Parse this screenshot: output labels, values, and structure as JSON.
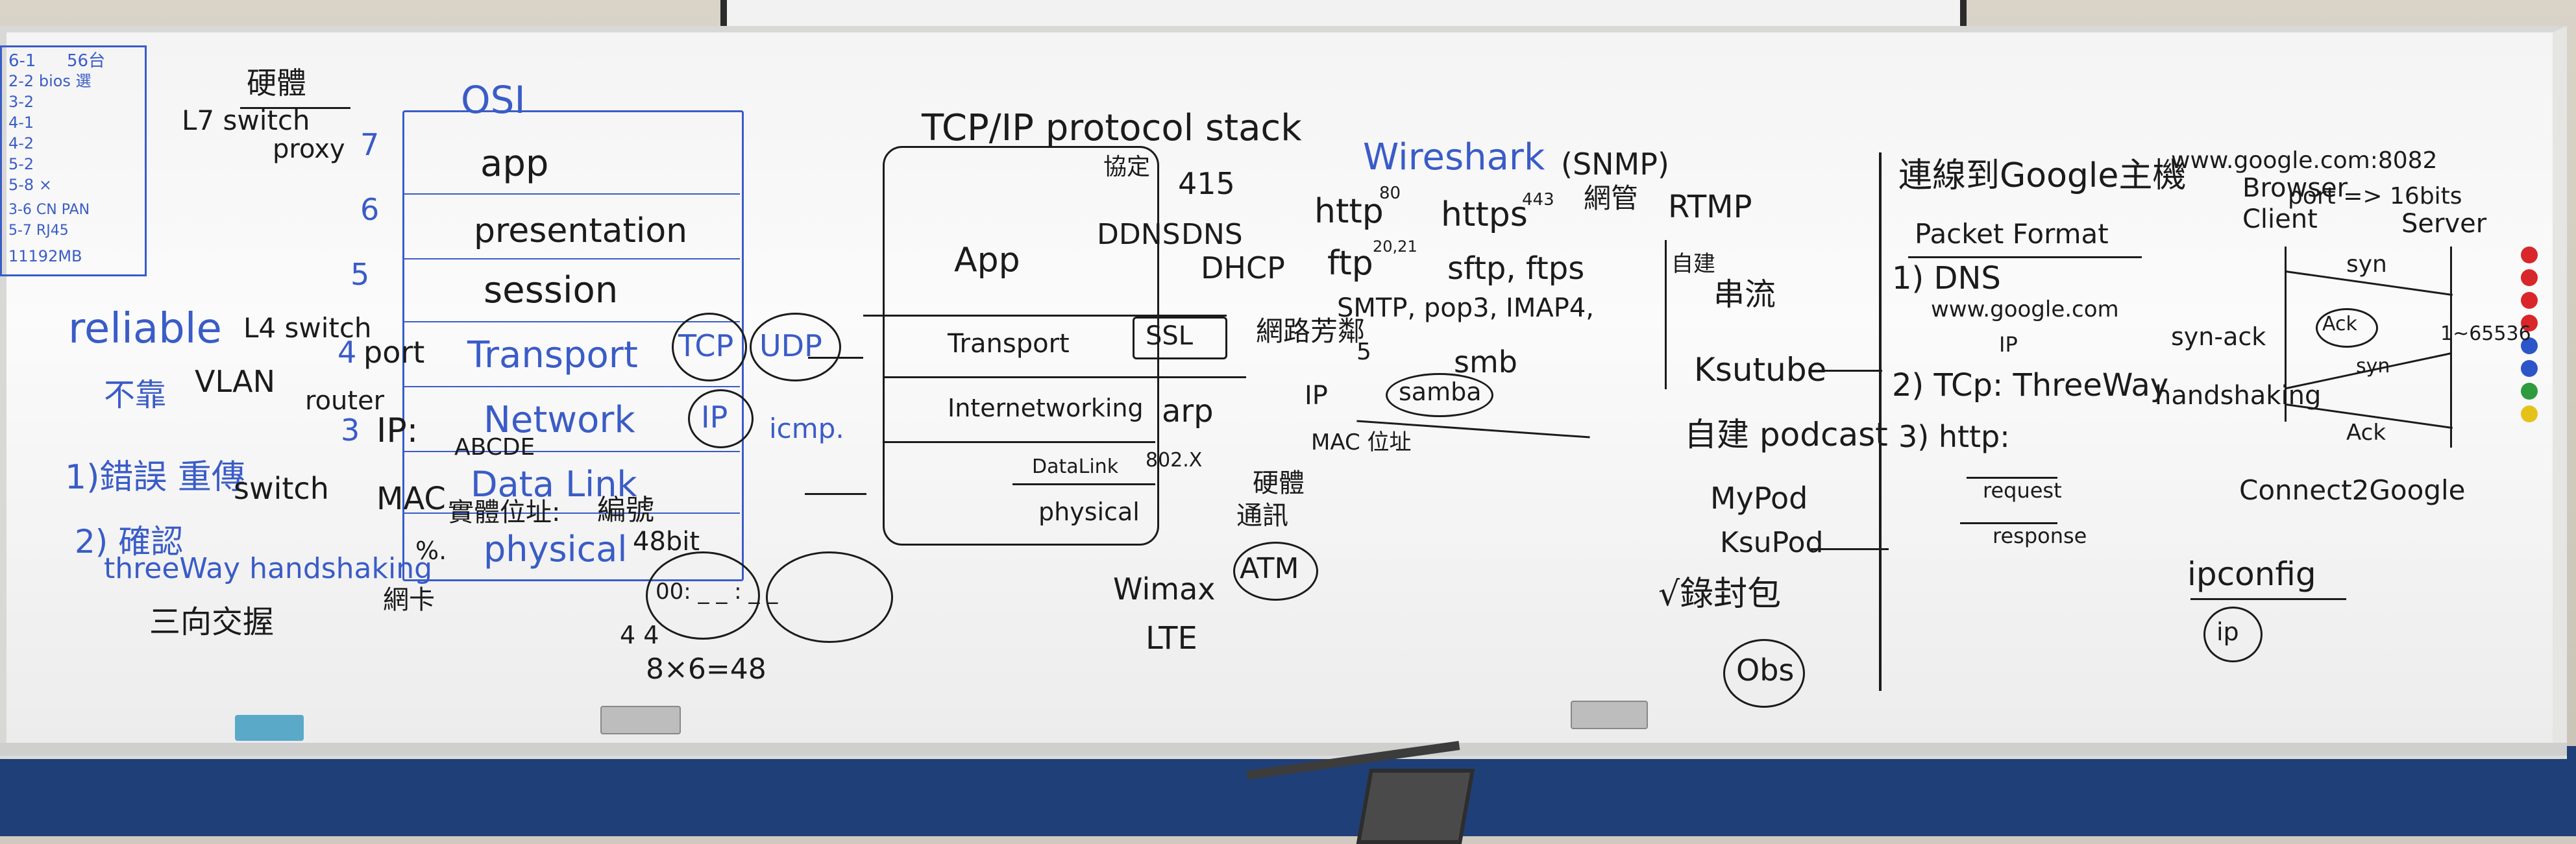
{
  "image": {
    "kind": "photo of classroom whiteboard with handwritten networking notes"
  },
  "colors": {
    "blue_marker": "#3a5cc7",
    "black_marker": "#1b1b1b",
    "board": "#f6f6f6",
    "floor": "#1f3f78",
    "frame": "#d8d8d6"
  },
  "legend": {
    "lines": [
      "6-1",
      "56台",
      "2-2 bios 選",
      "3-2",
      "4-1",
      "4-2",
      "5-2",
      "5-8 ×",
      "3-6 CN PAN",
      "5-7 RJ45",
      "11192MB"
    ]
  },
  "left": {
    "hardware": "硬體",
    "l7_switch": "L7 switch",
    "proxy": "proxy",
    "reliable": "reliable",
    "l4_switch": "L4 switch",
    "vlan": "VLAN",
    "router": "router",
    "not_reliable": "不靠",
    "error_retransmit": "1)錯誤 重傳",
    "switch": "switch",
    "confirm": "2) 確認",
    "threeway": "threeWay handshaking",
    "three_way_cn": "三向交握"
  },
  "osi": {
    "title": "OSI",
    "layers": [
      "app",
      "presentation",
      "session",
      "Transport",
      "Network",
      "Data Link",
      "physical"
    ],
    "numbers": [
      "7",
      "6",
      "5",
      "4",
      "3"
    ],
    "port": "port",
    "ip": "IP:",
    "abcde": "ABCDE",
    "mac": "MAC",
    "physical_addr": "實體位址:",
    "num": "編號",
    "bits48": "48bit",
    "nic": "網卡",
    "x1": "%.",
    "tcp": "TCP",
    "udp": "UDP",
    "ip_circle": "IP",
    "icmp": "icmp.",
    "eight_bits": "4 4",
    "eq": "8×6=48",
    "mac_sample": "00: _ _ : _ _"
  },
  "tcpip": {
    "title": "TCP/IP protocol stack",
    "protocol": "協定",
    "stack_layers": [
      "App",
      "Transport",
      "Internetworking",
      "DataLink",
      "physical"
    ],
    "ssl": "SSL",
    "arp": "arp",
    "mac_addr": "MAC 位址",
    "ip": "IP",
    "x8021": "802.X",
    "hardware": "硬體",
    "comm": "通訊",
    "atm": "ATM",
    "wimax": "Wimax",
    "lte": "LTE",
    "n415": "415",
    "ddns": "DDNS",
    "dns": "DNS",
    "dhcp": "DHCP",
    "http": "http",
    "https": "https",
    "p80": "80",
    "p443": "443",
    "ftp": "ftp",
    "sftp": "sftp, ftps",
    "p2021": "20,21",
    "smtp": "SMTP, pop3, IMAP4,",
    "network_neighbor": "網路芳鄰",
    "smb": "smb",
    "samba": "samba",
    "n5": "5",
    "wireshark": "Wireshark",
    "snmp": "(SNMP)",
    "netmgmt": "網管",
    "rtmp": "RTMP"
  },
  "streaming": {
    "self_build": "自建",
    "stream": "串流",
    "ksutube": "Ksutube",
    "podcast": "自建 podcast",
    "mypod": "MyPod",
    "ksupod": "KsuPod",
    "record": "√錄封包",
    "obs": "Obs"
  },
  "right": {
    "connect_title": "連線到Google主機",
    "packet_format": "Packet Format",
    "step1": "1) DNS",
    "google": "www.google.com",
    "ip_note": "IP",
    "step2": "2) TCp: ThreeWay",
    "step3": "3) http:",
    "request": "request",
    "response": "response",
    "url": "www.google.com:8082",
    "browser": "Browser",
    "client": "Client",
    "port_bits": "port => 16bits",
    "server": "Server",
    "syn": "syn",
    "syn_ack": "syn-ack",
    "handshaking": "handshaking",
    "ack": "Ack",
    "ack2": "Ack",
    "syn2": "syn",
    "range": "1~65536",
    "connect2google": "Connect2Google",
    "ipconfig": "ipconfig",
    "ip_circle": "ip"
  }
}
